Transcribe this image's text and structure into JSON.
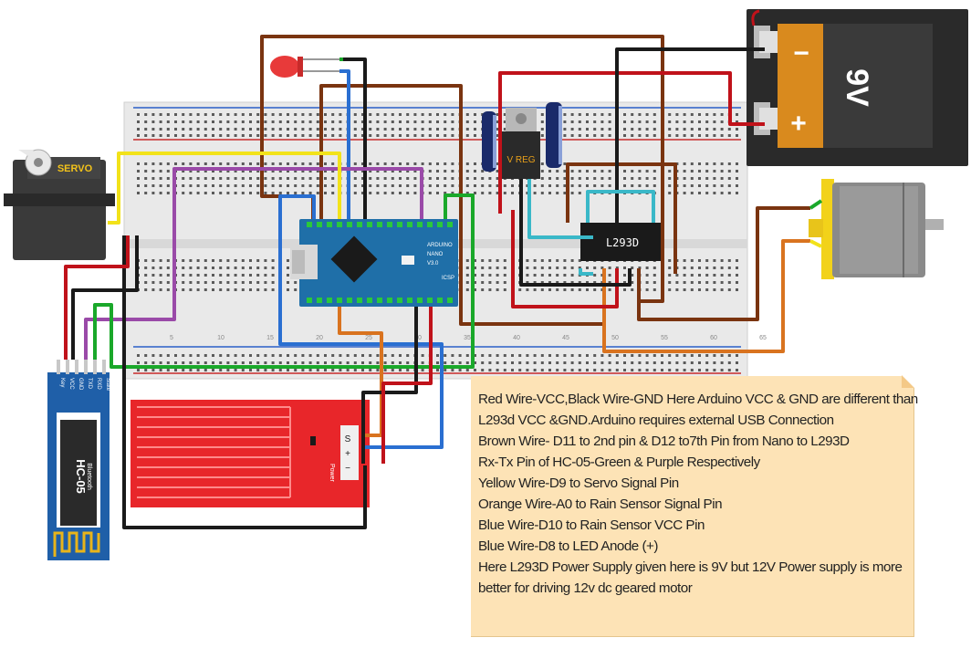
{
  "components": {
    "servo_label": "SERVO",
    "battery_minus": "−",
    "battery_plus": "+",
    "battery_label": "9V",
    "vreg_label": "V REG",
    "driver_label": "L293D",
    "bt_label": "HC-05",
    "bt_sublabel": "Bluetooth",
    "bt_pins": [
      "Key",
      "VCC",
      "GND",
      "TXD",
      "RXD",
      "State"
    ],
    "sensor_pins": [
      "S",
      "+",
      "−"
    ],
    "sensor_power_label": "Power",
    "breadboard_numbers": [
      "5",
      "10",
      "15",
      "20",
      "25",
      "30",
      "35",
      "40",
      "45",
      "50",
      "55",
      "60",
      "65"
    ],
    "nano_labels": [
      "ARDUINO",
      "NANO",
      "V3.0",
      "ICSP"
    ]
  },
  "colors": {
    "red_wire": "#c0121a",
    "black_wire": "#1a1a1a",
    "brown_wire": "#7a3410",
    "green_wire": "#1aa82a",
    "purple_wire": "#9a4aa8",
    "yellow_wire": "#f2e21a",
    "orange_wire": "#d9731f",
    "blue_wire": "#2a6fd1",
    "cyan_wire": "#3ab8c8",
    "breadboard": "#e9e9e9",
    "nano_board": "#1f6fa8",
    "sensor_board": "#e8262a",
    "bt_board": "#1f5fa8",
    "note_background": "#fde3b6"
  },
  "notes": [
    "Red Wire-VCC,Black Wire-GND Here Arduino VCC & GND are different than",
    "L293d VCC &GND.Arduino requires external USB Connection",
    "Brown Wire- D11 to 2nd pin & D12 to7th Pin from Nano to L293D",
    "Rx-Tx Pin of HC-05-Green & Purple Respectively",
    "Yellow Wire-D9 to Servo Signal Pin",
    "Orange Wire-A0 to Rain Sensor Signal Pin",
    "Blue Wire-D10 to Rain Sensor VCC Pin",
    "Blue Wire-D8 to LED Anode (+)",
    "Here L293D Power Supply  given here is 9V but 12V Power supply is more",
    "better for driving 12v dc geared motor"
  ]
}
